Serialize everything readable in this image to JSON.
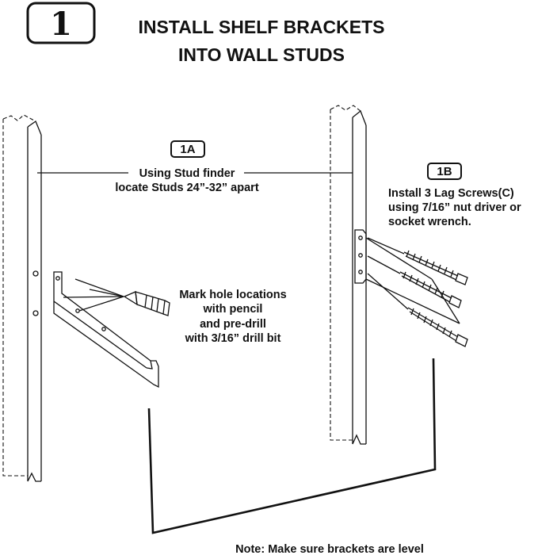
{
  "header": {
    "step_number": "1",
    "title_line1": "INSTALL SHELF BRACKETS",
    "title_line2": "INTO WALL STUDS"
  },
  "step_1a": {
    "label": "1A",
    "line1": "Using Stud finder",
    "line2": "locate Studs 24”-32” apart"
  },
  "step_1b": {
    "label": "1B",
    "line1": "Install 3 Lag Screws(C)",
    "line2": "using 7/16” nut driver or",
    "line3": "socket wrench."
  },
  "mark_holes": {
    "line1": "Mark hole locations",
    "line2": "with pencil",
    "line3": "and pre-drill",
    "line4": "with 3/16” drill bit"
  },
  "note": "Note: Make sure brackets are level",
  "colors": {
    "ink": "#111111",
    "background": "#ffffff"
  }
}
